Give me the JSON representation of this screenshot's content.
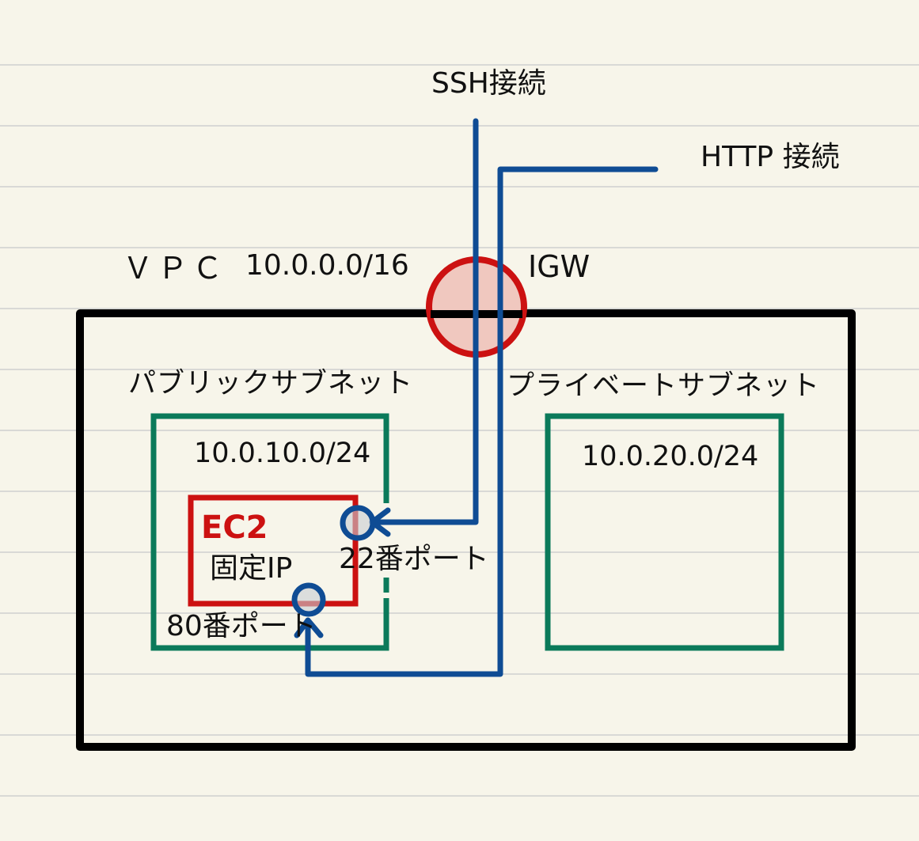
{
  "colors": {
    "paper": "#f7f5ea",
    "ruled_line": "#d9d9d6",
    "vpc_border": "#000000",
    "subnet_border": "#0b7a5a",
    "ec2_border": "#cc1111",
    "igw": "#cc1111",
    "igw_fill": "#f0c8bf",
    "connection": "#0f4c94"
  },
  "labels": {
    "ssh": "SSH接続",
    "http": "HTTP 接続",
    "vpc": "ＶＰＣ",
    "vpc_cidr": "10.0.0.0/16",
    "igw": "IGW",
    "public_subnet": "パブリックサブネット",
    "private_subnet": "プライベートサブネット",
    "public_cidr": "10.0.10.0/24",
    "private_cidr": "10.0.20.0/24",
    "ec2": "EC2",
    "fixed_ip": "固定IP",
    "port22": "22番ポート",
    "port80": "80番ポート"
  }
}
